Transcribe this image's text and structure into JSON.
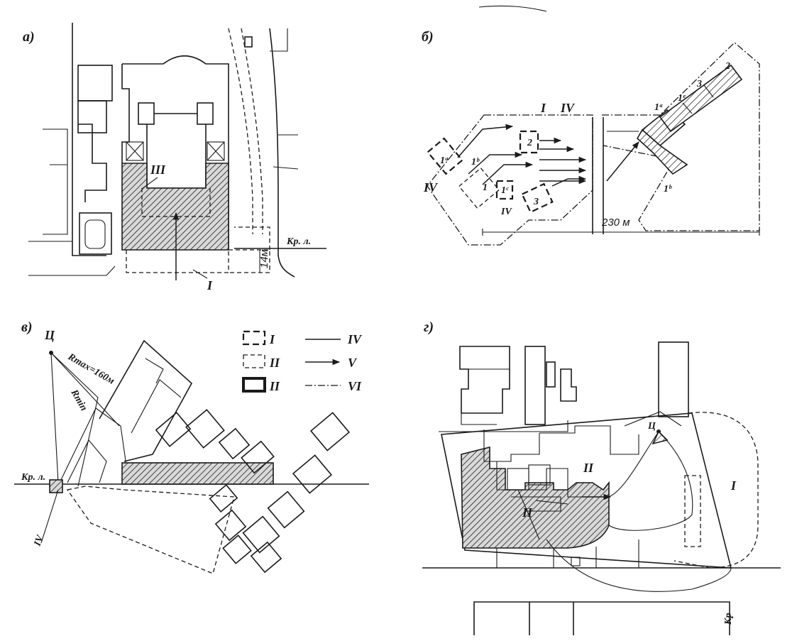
{
  "panels": {
    "a": {
      "label": "а)",
      "zone_label_III": "III",
      "zone_label_I": "I",
      "red_line": "Кр. л.",
      "offset": "14м"
    },
    "b": {
      "label": "б)",
      "label_I": "I",
      "label_IV_top": "IV",
      "label_IV_left": "IV",
      "label_IV_bottom": "IV",
      "box_2": "2",
      "box_3": "3",
      "box_1a": "1ᵃ",
      "box_1b": "1ᵇ",
      "box_1": "1",
      "box_1c": "1ᶜ",
      "num_2": "2",
      "num_3": "3",
      "num_1a": "1ᵃ",
      "num_1v": "1ᵉ",
      "num_1b": "1ᵇ",
      "dimension": "230 м"
    },
    "v": {
      "label": "в)",
      "center": "Ц",
      "rmax": "Rmax=160м",
      "rmin": "Rmin",
      "red_line": "Кр. л.",
      "ray_label": "IV"
    },
    "g": {
      "label": "г)",
      "center": "Ц",
      "label_I": "I",
      "label_II_upper": "II",
      "label_II_lower": "II",
      "edge_text": "Кр"
    }
  },
  "legend": {
    "items": [
      {
        "symbol": "dash-bold-box",
        "label": "I"
      },
      {
        "symbol": "dash-thin-box",
        "label": "II"
      },
      {
        "symbol": "solid-bold-box",
        "label": "II"
      },
      {
        "symbol": "solid-line",
        "label": "IV"
      },
      {
        "symbol": "arrow",
        "label": "V"
      },
      {
        "symbol": "dash-dot-line",
        "label": "VI"
      }
    ]
  }
}
